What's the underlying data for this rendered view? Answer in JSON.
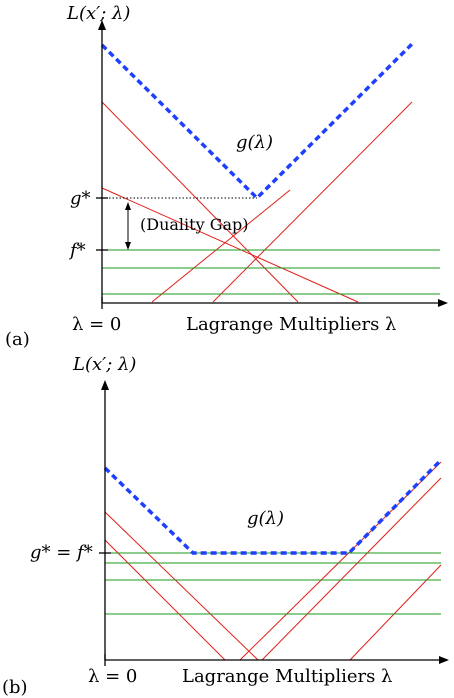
{
  "panels": [
    {
      "id": "a",
      "panel_label": "(a)",
      "y_axis_label": "L(x′; λ)",
      "x_axis_label": "Lagrange Multipliers λ",
      "origin_label": "λ = 0",
      "curve_label": "g(λ)",
      "g_star_label": "g*",
      "f_star_label": "f*",
      "gap_label": "(Duality Gap)"
    },
    {
      "id": "b",
      "panel_label": "(b)",
      "y_axis_label": "L(x′; λ)",
      "x_axis_label": "Lagrange Multipliers λ",
      "origin_label": "λ = 0",
      "curve_label": "g(λ)",
      "g_star_f_star_label": "g* = f*"
    }
  ],
  "colors": {
    "axes": "#000000",
    "dual_function": "#1f3fff",
    "descending_lines": "#e0201a",
    "flat_lines": "#1a9a1a"
  }
}
